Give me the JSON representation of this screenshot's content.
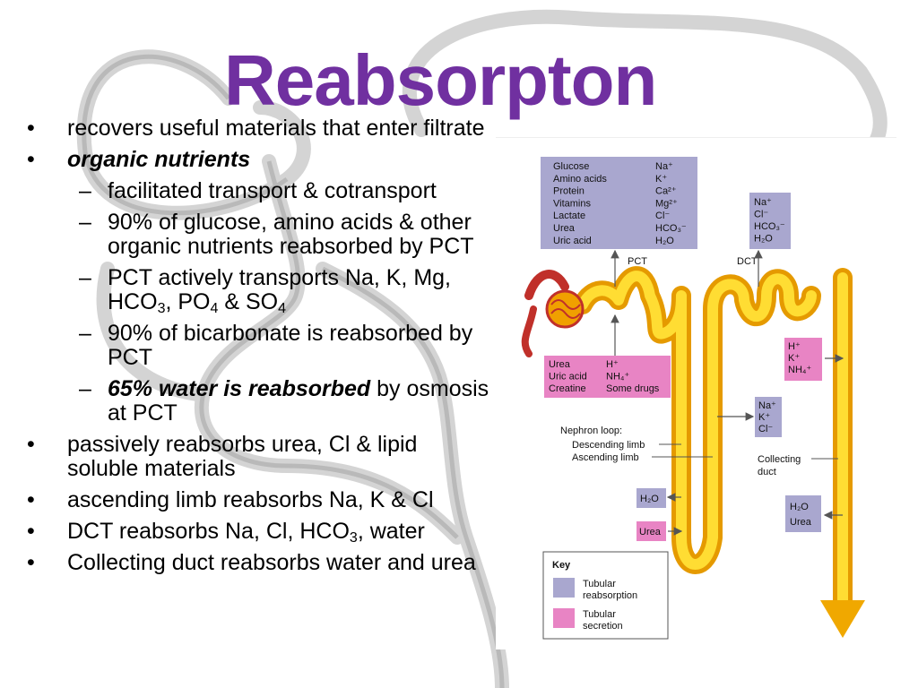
{
  "title": "Reabsorpton",
  "bullets": {
    "b1": "recovers useful materials that enter filtrate",
    "b2": "organic nutrients",
    "s1": "facilitated transport & cotransport",
    "s2": "90% of glucose, amino acids & other organic nutrients reabsorbed by PCT",
    "s3_a": "PCT actively transports Na, K, Mg, HCO",
    "s3_sub1": "3",
    "s3_b": ", PO",
    "s3_sub2": "4",
    "s3_c": " & SO",
    "s3_sub3": "4",
    "s4": "90% of bicarbonate is reabsorbed by PCT",
    "s5_bold": "65% water is reabsorbed",
    "s5_rest": " by osmosis at PCT",
    "b3": "passively reabsorbs urea, Cl & lipid soluble materials",
    "b4": "ascending limb reabsorbs Na, K & Cl",
    "b5_a": "DCT reabsorbs Na, Cl, HCO",
    "b5_sub": "3",
    "b5_b": ", water",
    "b6": "Collecting duct reabsorbs water and urea",
    "bullet_mark": "•",
    "dash_mark": "–"
  },
  "diagram": {
    "pct_label": "PCT",
    "dct_label": "DCT",
    "pct_reabsorb_left": [
      "Glucose",
      "Amino acids",
      "Protein",
      "Vitamins",
      "Lactate",
      "Urea",
      "Uric acid"
    ],
    "pct_reabsorb_right": [
      "Na⁺",
      "K⁺",
      "Ca²⁺",
      "Mg²⁺",
      "Cl⁻",
      "HCO₃⁻",
      "H₂O"
    ],
    "dct_reabsorb": [
      "Na⁺",
      "Cl⁻",
      "HCO₃⁻",
      "H₂O"
    ],
    "pct_secrete_left": [
      "Urea",
      "Uric acid",
      "Creatine"
    ],
    "pct_secrete_right": [
      "H⁺",
      "NH₄⁺",
      "Some drugs"
    ],
    "dct_secrete": [
      "H⁺",
      "K⁺",
      "NH₄⁺"
    ],
    "loop_reabsorb": [
      "Na⁺",
      "K⁺",
      "Cl⁻"
    ],
    "nephron_loop": "Nephron loop:",
    "descending_limb": "Descending limb",
    "ascending_limb": "Ascending limb",
    "collecting_duct_1": "Collecting",
    "collecting_duct_2": "duct",
    "loop_water": "H₂O",
    "loop_urea": "Urea",
    "cd_water": "H₂O",
    "cd_urea": "Urea",
    "key_title": "Key",
    "key_reabsorption_1": "Tubular",
    "key_reabsorption_2": "reabsorption",
    "key_secretion_1": "Tubular",
    "key_secretion_2": "secretion"
  },
  "colors": {
    "title": "#7030a0",
    "reabsorption_box": "#a9a7cf",
    "secretion_box": "#e884c4",
    "tubule": "#f5c400",
    "tubule_edge": "#e0a000",
    "glomerulus": "#c0302a"
  }
}
